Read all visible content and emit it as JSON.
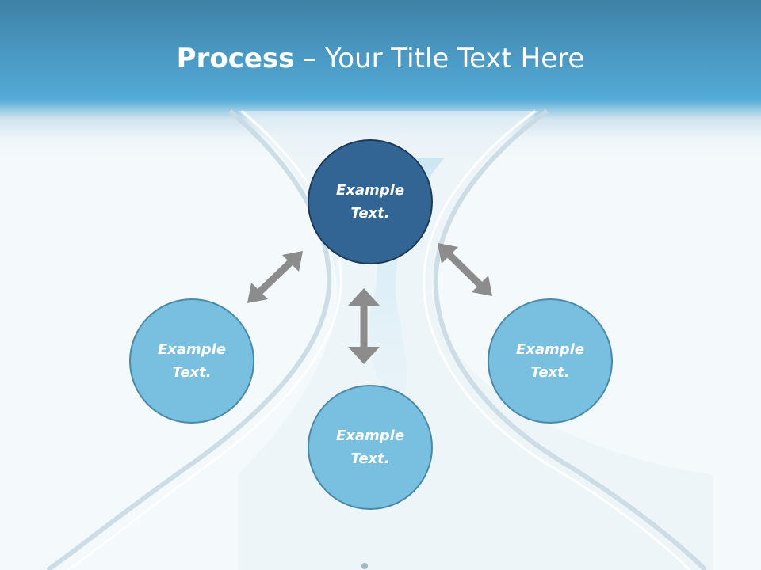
{
  "slide": {
    "title_bold": "Process",
    "title_separator": " – ",
    "title_rest": "Your Title Text Here"
  },
  "nodes": [
    {
      "id": "top",
      "text": "Example Text.",
      "tone": "dark"
    },
    {
      "id": "left",
      "text": "Example Text.",
      "tone": "light"
    },
    {
      "id": "bottom",
      "text": "Example Text.",
      "tone": "light"
    },
    {
      "id": "right",
      "text": "Example Text.",
      "tone": "light"
    }
  ],
  "colors": {
    "header": "#4a99c4",
    "node_dark": "#336594",
    "node_light": "#79bfe0",
    "arrow": "#8c8c8c"
  },
  "icons": [
    "double-arrow-icon"
  ]
}
